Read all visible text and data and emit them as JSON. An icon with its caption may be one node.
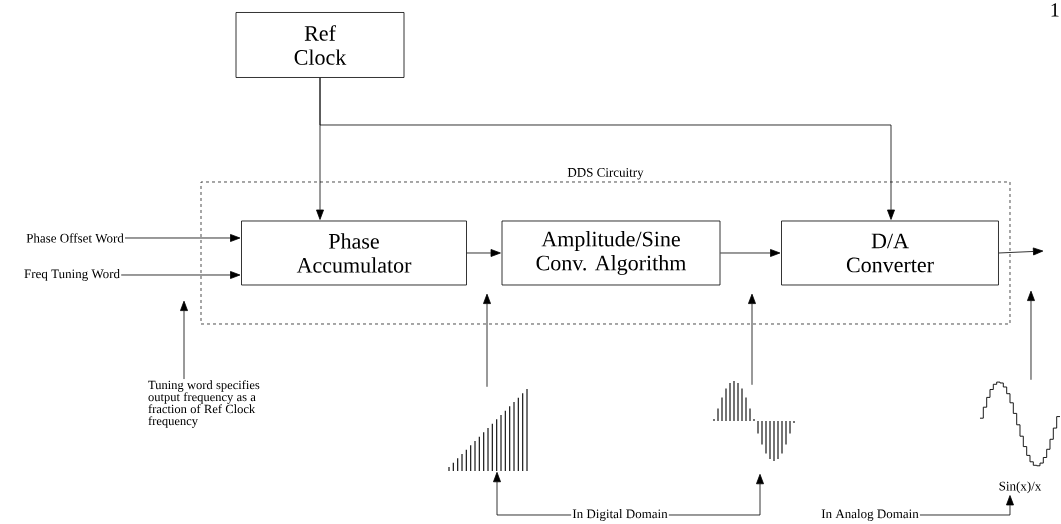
{
  "diagram": {
    "nodes": [
      {
        "text": [
          "Ref Clock"
        ]
      },
      {
        "text": [
          "DDS Circuitry"
        ]
      },
      {
        "text": [
          "Phase Accumulator"
        ],
        "in": 1
      },
      {
        "text": [
          "Amplitude/Sine Conv. Algorithm"
        ],
        "in": 1
      },
      {
        "text": [
          "D/A Converter"
        ],
        "in": 1
      },
      {
        "text": [
          "Phase Offset Word"
        ]
      },
      {
        "text": [
          "Freq Tuning Word"
        ]
      },
      {
        "text": [
          "Tuning word specifies output frequency as a fraction of Ref Clock frequency"
        ]
      },
      {
        "text": [],
        "shape": "picture"
      },
      {
        "text": [],
        "shape": "picture"
      },
      {
        "text": [],
        "shape": "picture",
        "beside": [
          "Sin(x)/x"
        ]
      },
      {
        "text": [
          "In Digital Domain"
        ]
      },
      {
        "text": [
          "In Analog Domain"
        ]
      }
    ],
    "edges": [
      {
        "from": 0,
        "to": 2,
        "arrow": "to"
      },
      {
        "from": 0,
        "to": 4,
        "arrow": "to"
      },
      {
        "from": 5,
        "to": 2,
        "arrow": "to"
      },
      {
        "from": 6,
        "to": 2,
        "arrow": "to"
      },
      {
        "from": 2,
        "to": 3,
        "arrow": "to"
      },
      {
        "from": 3,
        "to": 4,
        "arrow": "to"
      },
      {
        "from": 4,
        "to": null,
        "arrow": "to"
      },
      {
        "from": 8,
        "to": null,
        "arrow": "to"
      },
      {
        "from": 9,
        "to": null,
        "arrow": "to"
      },
      {
        "from": 10,
        "to": null,
        "arrow": "to"
      },
      {
        "from": 7,
        "to": null,
        "arrow": "to"
      },
      {
        "from": 11,
        "to": 8,
        "arrow": "to"
      },
      {
        "from": 11,
        "to": 9,
        "arrow": "to"
      },
      {
        "from": 12,
        "to": 10,
        "arrow": "to"
      }
    ],
    "labels": [
      "1"
    ]
  }
}
